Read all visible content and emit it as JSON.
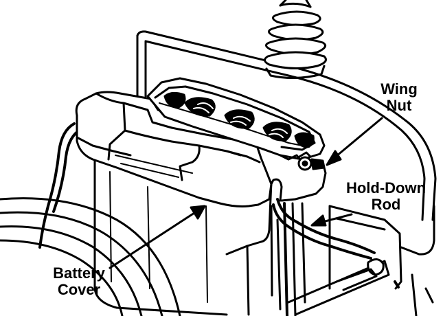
{
  "labels": {
    "wing_nut": {
      "line1": "Wing",
      "line2": "Nut"
    },
    "hold_down_rod": {
      "line1": "Hold-Down",
      "line2": "Rod"
    },
    "battery_cover": {
      "line1": "Battery",
      "line2": "Cover"
    }
  },
  "colors": {
    "ink": "#000000",
    "paper": "#ffffff"
  }
}
